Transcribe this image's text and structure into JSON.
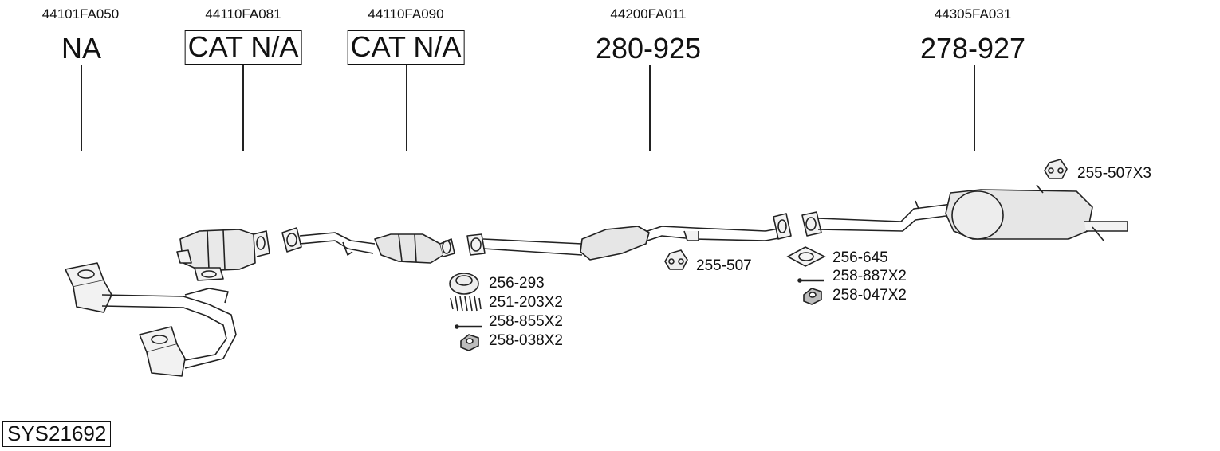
{
  "columns": [
    {
      "oem": "44101FA050",
      "label": "NA"
    },
    {
      "oem": "44110FA081",
      "label": "CAT N/A"
    },
    {
      "oem": "44110FA090",
      "label": "CAT N/A"
    },
    {
      "oem": "44200FA011",
      "label": "280-925"
    },
    {
      "oem": "44305FA031",
      "label": "278-927"
    }
  ],
  "parts": {
    "p1": "255-507X3",
    "p2": "255-507",
    "p3": "256-645",
    "p4": "258-887X2",
    "p5": "258-047X2",
    "p6": "256-293",
    "p7": "251-203X2",
    "p8": "258-855X2",
    "p9": "258-038X2"
  },
  "system_code": "SYS21692"
}
